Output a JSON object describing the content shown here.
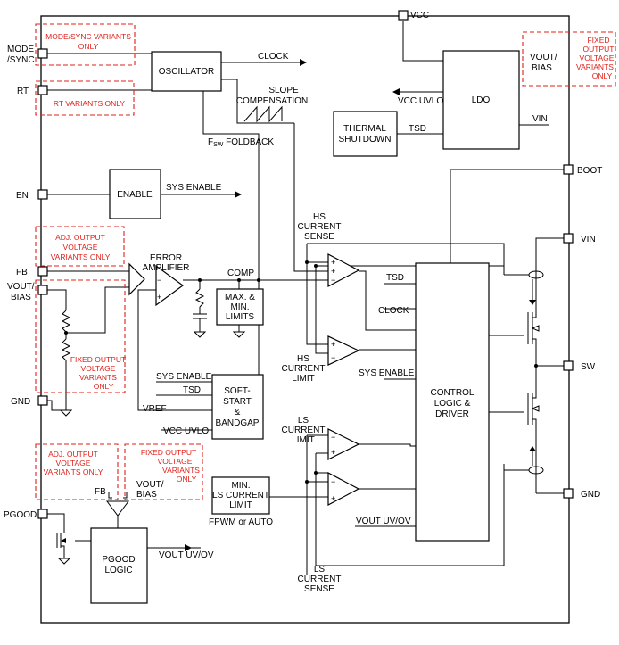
{
  "pins": {
    "vcc": "VCC",
    "mode": [
      "MODE",
      "/SYNC"
    ],
    "rt": "RT",
    "en": "EN",
    "fb": "FB",
    "vout_bias": [
      "VOUT/",
      "BIAS"
    ],
    "gnd_left": "GND",
    "pgood": "PGOOD",
    "boot": "BOOT",
    "vin": "VIN",
    "sw": "SW",
    "gnd_right": "GND"
  },
  "notes": {
    "mode_sync_variants": [
      "MODE/SYNC VARIANTS",
      "ONLY"
    ],
    "rt_variants": "RT VARIANTS ONLY",
    "adj_output_top": [
      "ADJ. OUTPUT",
      "VOLTAGE",
      "VARIANTS ONLY"
    ],
    "fixed_output_left": [
      "FIXED OUTPUT",
      "VOLTAGE",
      "VARIANTS",
      "ONLY"
    ],
    "fixed_output_topright": [
      "FIXED",
      "OUTPUT",
      "VOLTAGE",
      "VARIANTS",
      "ONLY"
    ],
    "adj_output_bottom": [
      "ADJ. OUTPUT",
      "VOLTAGE",
      "VARIANTS ONLY"
    ],
    "fixed_output_bottom": [
      "FIXED OUTPUT",
      "VOLTAGE",
      "VARIANTS",
      "ONLY"
    ]
  },
  "blocks": {
    "oscillator": "OSCILLATOR",
    "enable": "ENABLE",
    "thermal": [
      "THERMAL",
      "SHUTDOWN"
    ],
    "ldo": "LDO",
    "maxmin": [
      "MAX. &",
      "MIN.",
      "LIMITS"
    ],
    "softstart": [
      "SOFT-",
      "START",
      "&",
      "BANDGAP"
    ],
    "control": [
      "CONTROL",
      "LOGIC &",
      "DRIVER"
    ],
    "minls": [
      "MIN.",
      "LS CURRENT",
      "LIMIT"
    ],
    "pgood_logic": [
      "PGOOD",
      "LOGIC"
    ]
  },
  "signals": {
    "clock": "CLOCK",
    "slope": [
      "SLOPE",
      "COMPENSATION"
    ],
    "fsw_f": "F",
    "fsw_sub": "SW",
    "fsw_rest": " FOLDBACK",
    "sys_enable_top": "SYS ENABLE",
    "vcc_uvlo_ldo": "VCC UVLO",
    "ldo_vin": "VIN",
    "ldo_tsd": "TSD",
    "error_amp": [
      "ERROR",
      "AMPLIFIER"
    ],
    "comp": "COMP",
    "hs_sense": [
      "HS",
      "CURRENT",
      "SENSE"
    ],
    "hs_limit": [
      "HS",
      "CURRENT",
      "LIMIT"
    ],
    "ls_limit": [
      "LS",
      "CURRENT",
      "LIMIT"
    ],
    "ls_sense": [
      "LS",
      "CURRENT",
      "SENSE"
    ],
    "ctrl_tsd": "TSD",
    "ctrl_clock": "CLOCK",
    "ctrl_sys_enable": "SYS ENABLE",
    "ss_sys_enable": "SYS ENABLE",
    "ss_tsd": "TSD",
    "vref": "VREF",
    "ss_vcc_uvlo": "VCC UVLO",
    "fpwm": "FPWM or AUTO",
    "vout_uvov_ctrl": "VOUT UV/OV",
    "vout_uvov_pg": "VOUT UV/OV",
    "pg_fb": "FB",
    "pg_vout_bias": [
      "VOUT/",
      "BIAS"
    ]
  }
}
